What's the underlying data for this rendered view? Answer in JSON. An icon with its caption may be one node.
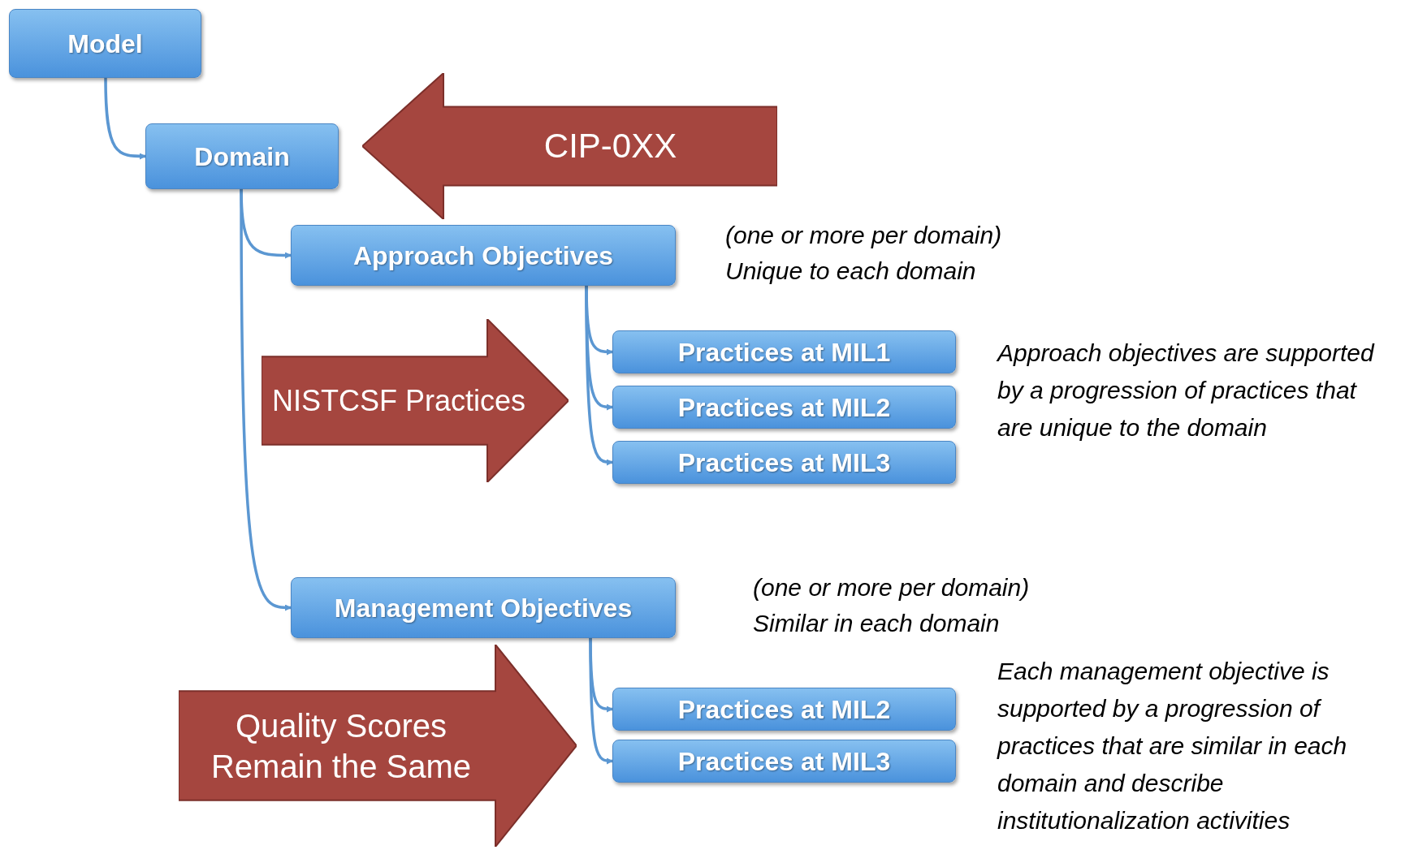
{
  "diagram": {
    "nodes": [
      {
        "text": [
          "Model"
        ]
      },
      {
        "text": [
          "Domain"
        ]
      },
      {
        "text": [
          "Approach Objectives"
        ],
        "beside": [
          "(one or more per domain)",
          "Unique to each domain"
        ]
      },
      {
        "text": [
          "Practices at MIL1"
        ]
      },
      {
        "text": [
          "Practices at MIL2"
        ]
      },
      {
        "text": [
          "Practices at MIL3"
        ]
      },
      {
        "text": [
          "Management Objectives"
        ],
        "beside": [
          "(one or more per domain)",
          "Similar in each domain"
        ]
      },
      {
        "text": [
          "Practices at MIL2"
        ]
      },
      {
        "text": [
          "Practices at MIL3"
        ]
      },
      {
        "text": [
          "CIP-0XX"
        ]
      },
      {
        "text": [
          "NISTCSF Practices"
        ]
      },
      {
        "text": [
          "Quality Scores Remain the Same"
        ]
      }
    ],
    "edges": [
      {
        "from": 0,
        "to": 1,
        "arrow": "to"
      },
      {
        "from": 1,
        "to": 2,
        "arrow": "to"
      },
      {
        "from": 1,
        "to": 6,
        "arrow": "to"
      },
      {
        "from": 2,
        "to": 3,
        "arrow": "to"
      },
      {
        "from": 2,
        "to": 4,
        "arrow": "to"
      },
      {
        "from": 2,
        "to": 5,
        "arrow": "to"
      },
      {
        "from": 6,
        "to": 7,
        "arrow": "to"
      },
      {
        "from": 6,
        "to": 8,
        "arrow": "to"
      }
    ],
    "labels": [
      "Approach objectives are supported by a progression of practices that are unique to the domain",
      "Each management objective is supported by a progression of practices that are similar in each domain and describe institutionalization activities"
    ]
  }
}
